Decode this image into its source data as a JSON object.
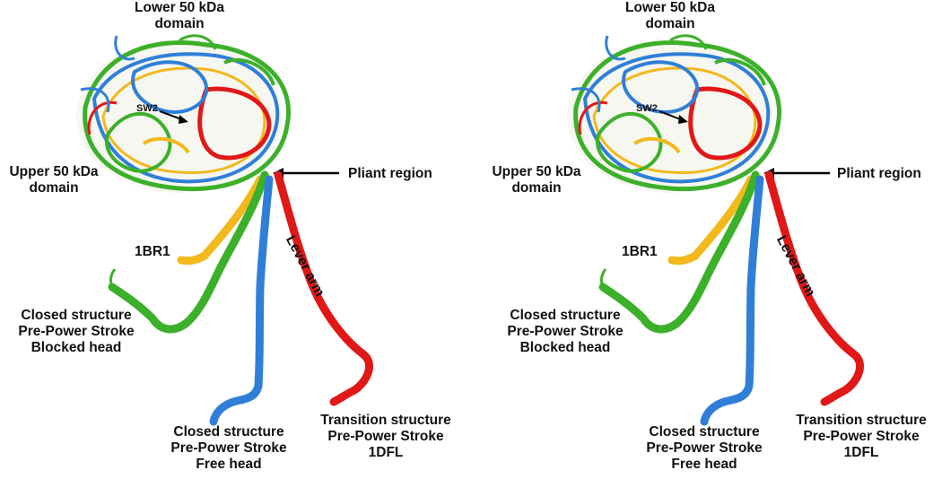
{
  "panels": [
    {
      "label_lower_50": [
        "Lower 50 kDa",
        "domain"
      ],
      "label_upper_50": [
        "Upper 50 kDa",
        "domain"
      ],
      "label_sw2": "SW2",
      "label_pliant": "Pliant region",
      "label_lever": "Lever arm",
      "label_1br1": "1BR1",
      "label_blocked": [
        "Closed structure",
        "Pre-Power Stroke",
        "Blocked head"
      ],
      "label_free": [
        "Closed structure",
        "Pre-Power Stroke",
        "Free head"
      ],
      "label_transition": [
        "Transition structure",
        "Pre-Power Stroke",
        "1DFL"
      ]
    },
    {
      "label_lower_50": [
        "Lower 50 kDa",
        "domain"
      ],
      "label_upper_50": [
        "Upper 50 kDa",
        "domain"
      ],
      "label_sw2": "SW2",
      "label_pliant": "Pliant region",
      "label_lever": "Lever arm",
      "label_1br1": "1BR1",
      "label_blocked": [
        "Closed structure",
        "Pre-Power Stroke",
        "Blocked head"
      ],
      "label_free": [
        "Closed structure",
        "Pre-Power Stroke",
        "Free head"
      ],
      "label_transition": [
        "Transition structure",
        "Pre-Power Stroke",
        "1DFL"
      ]
    }
  ],
  "colors": {
    "blocked_head": "#3cb02a",
    "free_head": "#2f7fd8",
    "transition_1dfl": "#e01818",
    "structure_1br1": "#f2b81c",
    "arrow": "#000000"
  }
}
